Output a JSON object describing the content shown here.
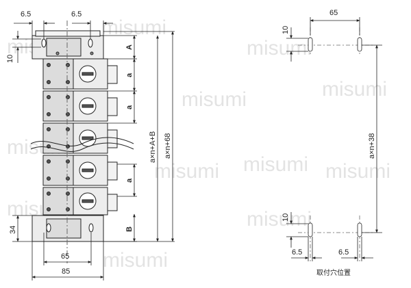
{
  "watermark": "misumi",
  "left_view": {
    "dims": {
      "top_offset_left": "6.5",
      "top_offset_right": "6.5",
      "top_hole": "10",
      "A": "A",
      "a1": "a",
      "a2": "a",
      "a3": "a",
      "B": "B",
      "total_AB": "a×n+A+B",
      "total_68": "a×n+68",
      "bottom_height": "34",
      "bottom_pitch": "65",
      "bottom_width": "85"
    }
  },
  "right_view": {
    "dims": {
      "hole_pitch": "65",
      "top_hole": "10",
      "bottom_hole": "10",
      "total_38": "a×n+38",
      "bottom_offset_left": "6.5",
      "bottom_offset_right": "6.5"
    },
    "caption": "取付穴位置"
  }
}
